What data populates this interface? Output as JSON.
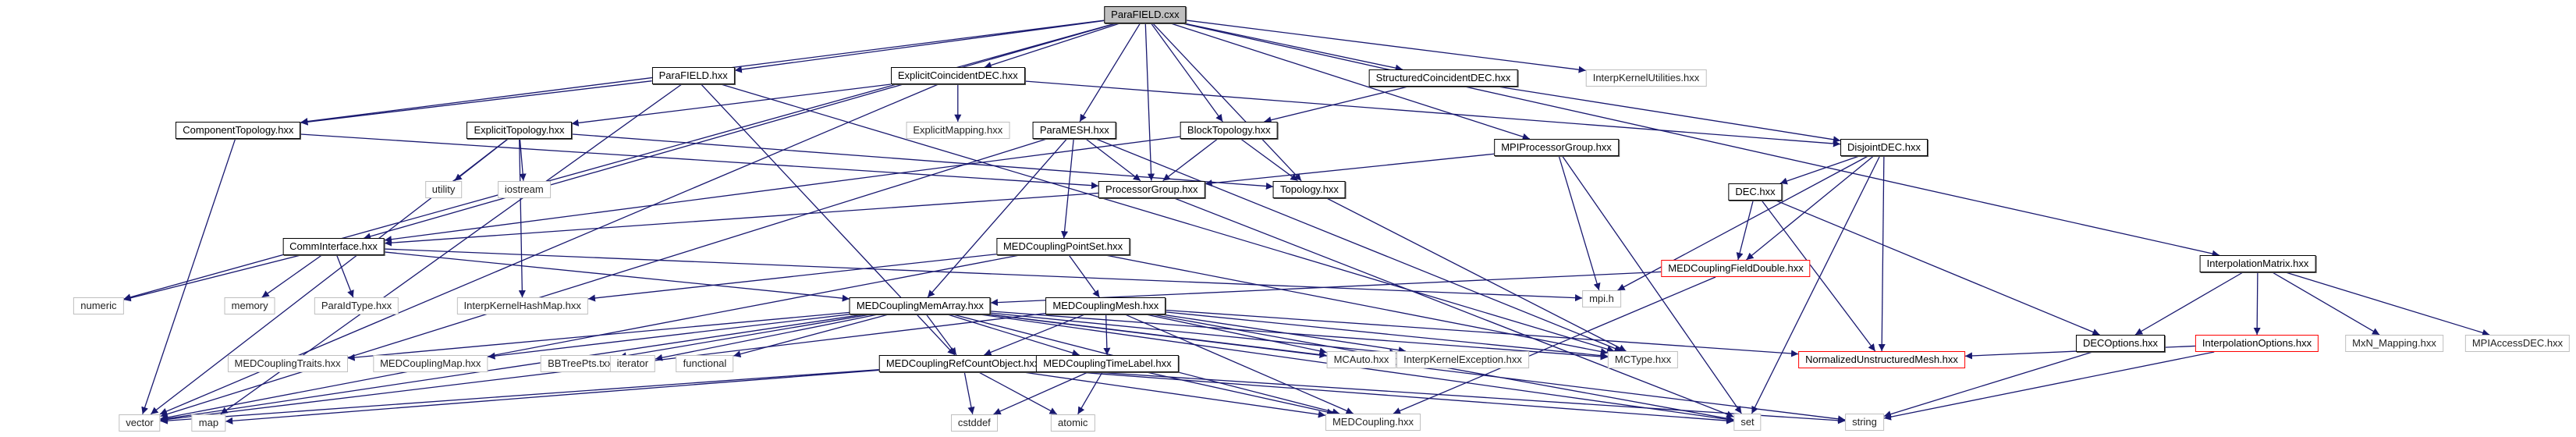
{
  "title": "ParaFIELD.cxx include dependency graph",
  "colors": {
    "edge": "#191970",
    "root_fill": "#bfbfbf",
    "documented_border": "#000000",
    "external_border": "#bfbfbf",
    "incomplete_border": "#ff0000"
  },
  "nodes": [
    {
      "id": "root",
      "label": "ParaFIELD.cxx",
      "kind": "root"
    },
    {
      "id": "parafieldh",
      "label": "ParaFIELD.hxx",
      "kind": "doc"
    },
    {
      "id": "expcoinc",
      "label": "ExplicitCoincidentDEC.hxx",
      "kind": "doc"
    },
    {
      "id": "structcoinc",
      "label": "StructuredCoincidentDEC.hxx",
      "kind": "doc"
    },
    {
      "id": "ikutil",
      "label": "InterpKernelUtilities.hxx",
      "kind": "ext"
    },
    {
      "id": "comptopo",
      "label": "ComponentTopology.hxx",
      "kind": "doc"
    },
    {
      "id": "exptopo",
      "label": "ExplicitTopology.hxx",
      "kind": "doc"
    },
    {
      "id": "expmap",
      "label": "ExplicitMapping.hxx",
      "kind": "ext"
    },
    {
      "id": "paramesh",
      "label": "ParaMESH.hxx",
      "kind": "doc"
    },
    {
      "id": "blocktopo",
      "label": "BlockTopology.hxx",
      "kind": "doc"
    },
    {
      "id": "mpipg",
      "label": "MPIProcessorGroup.hxx",
      "kind": "doc"
    },
    {
      "id": "disjoint",
      "label": "DisjointDEC.hxx",
      "kind": "doc"
    },
    {
      "id": "utility",
      "label": "utility",
      "kind": "ext"
    },
    {
      "id": "iostream",
      "label": "iostream",
      "kind": "ext"
    },
    {
      "id": "procgroup",
      "label": "ProcessorGroup.hxx",
      "kind": "doc"
    },
    {
      "id": "topology",
      "label": "Topology.hxx",
      "kind": "doc"
    },
    {
      "id": "dec",
      "label": "DEC.hxx",
      "kind": "doc"
    },
    {
      "id": "commif",
      "label": "CommInterface.hxx",
      "kind": "doc"
    },
    {
      "id": "mcpointset",
      "label": "MEDCouplingPointSet.hxx",
      "kind": "doc"
    },
    {
      "id": "mcfielddouble",
      "label": "MEDCouplingFieldDouble.hxx",
      "kind": "red"
    },
    {
      "id": "interpmatrix",
      "label": "InterpolationMatrix.hxx",
      "kind": "doc"
    },
    {
      "id": "numeric",
      "label": "numeric",
      "kind": "ext"
    },
    {
      "id": "memory",
      "label": "memory",
      "kind": "ext"
    },
    {
      "id": "paraidtype",
      "label": "ParaIdType.hxx",
      "kind": "ext"
    },
    {
      "id": "ikhashmap",
      "label": "InterpKernelHashMap.hxx",
      "kind": "ext"
    },
    {
      "id": "mcmemarray",
      "label": "MEDCouplingMemArray.hxx",
      "kind": "doc"
    },
    {
      "id": "mcmesh",
      "label": "MEDCouplingMesh.hxx",
      "kind": "doc"
    },
    {
      "id": "mpih",
      "label": "mpi.h",
      "kind": "ext"
    },
    {
      "id": "decoptions",
      "label": "DECOptions.hxx",
      "kind": "doc"
    },
    {
      "id": "interpoptions",
      "label": "InterpolationOptions.hxx",
      "kind": "red"
    },
    {
      "id": "mxn",
      "label": "MxN_Mapping.hxx",
      "kind": "ext"
    },
    {
      "id": "mpiaccess",
      "label": "MPIAccessDEC.hxx",
      "kind": "ext"
    },
    {
      "id": "mctraits",
      "label": "MEDCouplingTraits.hxx",
      "kind": "ext"
    },
    {
      "id": "mcmap",
      "label": "MEDCouplingMap.hxx",
      "kind": "ext"
    },
    {
      "id": "bbtree",
      "label": "BBTreePts.txx",
      "kind": "ext"
    },
    {
      "id": "iterator",
      "label": "iterator",
      "kind": "ext"
    },
    {
      "id": "functional",
      "label": "functional",
      "kind": "ext"
    },
    {
      "id": "mcrefcount",
      "label": "MEDCouplingRefCountObject.hxx",
      "kind": "doc"
    },
    {
      "id": "mctimelabel",
      "label": "MEDCouplingTimeLabel.hxx",
      "kind": "doc"
    },
    {
      "id": "mcauto",
      "label": "MCAuto.hxx",
      "kind": "ext"
    },
    {
      "id": "ikexception",
      "label": "InterpKernelException.hxx",
      "kind": "ext"
    },
    {
      "id": "mctype",
      "label": "MCType.hxx",
      "kind": "ext"
    },
    {
      "id": "normunstruct",
      "label": "NormalizedUnstructuredMesh.hxx",
      "kind": "red"
    },
    {
      "id": "vector",
      "label": "vector",
      "kind": "ext"
    },
    {
      "id": "map",
      "label": "map",
      "kind": "ext"
    },
    {
      "id": "cstddef",
      "label": "cstddef",
      "kind": "ext"
    },
    {
      "id": "atomic",
      "label": "atomic",
      "kind": "ext"
    },
    {
      "id": "medcoupling",
      "label": "MEDCoupling.hxx",
      "kind": "ext"
    },
    {
      "id": "set",
      "label": "set",
      "kind": "ext"
    },
    {
      "id": "string",
      "label": "string",
      "kind": "ext"
    }
  ],
  "edges": [
    [
      "root",
      "parafieldh"
    ],
    [
      "root",
      "expcoinc"
    ],
    [
      "root",
      "structcoinc"
    ],
    [
      "root",
      "ikutil"
    ],
    [
      "root",
      "comptopo"
    ],
    [
      "root",
      "paramesh"
    ],
    [
      "root",
      "procgroup"
    ],
    [
      "root",
      "blocktopo"
    ],
    [
      "root",
      "topology"
    ],
    [
      "root",
      "mpipg"
    ],
    [
      "root",
      "interpmatrix"
    ],
    [
      "root",
      "commif"
    ],
    [
      "root",
      "numeric"
    ],
    [
      "parafieldh",
      "comptopo"
    ],
    [
      "parafieldh",
      "mcrefcount"
    ],
    [
      "parafieldh",
      "mctype"
    ],
    [
      "parafieldh",
      "map"
    ],
    [
      "expcoinc",
      "exptopo"
    ],
    [
      "expcoinc",
      "expmap"
    ],
    [
      "expcoinc",
      "disjoint"
    ],
    [
      "expcoinc",
      "vector"
    ],
    [
      "structcoinc",
      "blocktopo"
    ],
    [
      "structcoinc",
      "disjoint"
    ],
    [
      "comptopo",
      "procgroup"
    ],
    [
      "comptopo",
      "vector"
    ],
    [
      "exptopo",
      "utility"
    ],
    [
      "exptopo",
      "iostream"
    ],
    [
      "exptopo",
      "ikhashmap"
    ],
    [
      "exptopo",
      "topology"
    ],
    [
      "exptopo",
      "vector"
    ],
    [
      "paramesh",
      "procgroup"
    ],
    [
      "paramesh",
      "mcpointset"
    ],
    [
      "paramesh",
      "mcmemarray"
    ],
    [
      "paramesh",
      "mctype"
    ],
    [
      "paramesh",
      "vector"
    ],
    [
      "blocktopo",
      "procgroup"
    ],
    [
      "blocktopo",
      "topology"
    ],
    [
      "blocktopo",
      "commif"
    ],
    [
      "mpipg",
      "procgroup"
    ],
    [
      "mpipg",
      "mpih"
    ],
    [
      "mpipg",
      "set"
    ],
    [
      "disjoint",
      "dec"
    ],
    [
      "disjoint",
      "mcfielddouble"
    ],
    [
      "disjoint",
      "normunstruct"
    ],
    [
      "disjoint",
      "mpih"
    ],
    [
      "disjoint",
      "set"
    ],
    [
      "procgroup",
      "commif"
    ],
    [
      "procgroup",
      "set"
    ],
    [
      "topology",
      "mctype"
    ],
    [
      "dec",
      "mcfielddouble"
    ],
    [
      "dec",
      "normunstruct"
    ],
    [
      "dec",
      "decoptions"
    ],
    [
      "commif",
      "numeric"
    ],
    [
      "commif",
      "memory"
    ],
    [
      "commif",
      "paraidtype"
    ],
    [
      "commif",
      "mpih"
    ],
    [
      "commif",
      "mcmemarray"
    ],
    [
      "mcpointset",
      "mcmesh"
    ],
    [
      "mcpointset",
      "ikhashmap"
    ],
    [
      "mcpointset",
      "vector"
    ],
    [
      "mcpointset",
      "mctype"
    ],
    [
      "mcfielddouble",
      "mcmemarray"
    ],
    [
      "mcfielddouble",
      "medcoupling"
    ],
    [
      "interpmatrix",
      "decoptions"
    ],
    [
      "interpmatrix",
      "interpoptions"
    ],
    [
      "interpmatrix",
      "mxn"
    ],
    [
      "interpmatrix",
      "mpiaccess"
    ],
    [
      "mcmemarray",
      "mctraits"
    ],
    [
      "mcmemarray",
      "mcmap"
    ],
    [
      "mcmemarray",
      "bbtree"
    ],
    [
      "mcmemarray",
      "iterator"
    ],
    [
      "mcmemarray",
      "functional"
    ],
    [
      "mcmemarray",
      "mcrefcount"
    ],
    [
      "mcmemarray",
      "mctimelabel"
    ],
    [
      "mcmemarray",
      "mcauto"
    ],
    [
      "mcmemarray",
      "ikexception"
    ],
    [
      "mcmemarray",
      "mctype"
    ],
    [
      "mcmemarray",
      "vector"
    ],
    [
      "mcmemarray",
      "medcoupling"
    ],
    [
      "mcmemarray",
      "string"
    ],
    [
      "mcmemarray",
      "set"
    ],
    [
      "mcmesh",
      "mcrefcount"
    ],
    [
      "mcmesh",
      "mctimelabel"
    ],
    [
      "mcmesh",
      "mcauto"
    ],
    [
      "mcmesh",
      "ikexception"
    ],
    [
      "mcmesh",
      "mctype"
    ],
    [
      "mcmesh",
      "normunstruct"
    ],
    [
      "mcmesh",
      "vector"
    ],
    [
      "mcmesh",
      "medcoupling"
    ],
    [
      "mcmesh",
      "set"
    ],
    [
      "decoptions",
      "string"
    ],
    [
      "interpoptions",
      "normunstruct"
    ],
    [
      "interpoptions",
      "string"
    ],
    [
      "mcrefcount",
      "cstddef"
    ],
    [
      "mcrefcount",
      "atomic"
    ],
    [
      "mcrefcount",
      "vector"
    ],
    [
      "mcrefcount",
      "map"
    ],
    [
      "mcrefcount",
      "medcoupling"
    ],
    [
      "mcrefcount",
      "set"
    ],
    [
      "mcrefcount",
      "string"
    ],
    [
      "mctimelabel",
      "cstddef"
    ],
    [
      "mctimelabel",
      "atomic"
    ],
    [
      "mctimelabel",
      "medcoupling"
    ]
  ]
}
